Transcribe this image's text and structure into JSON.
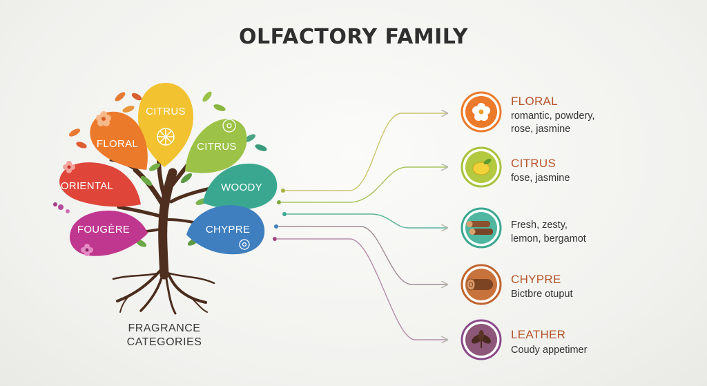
{
  "title": "OLFACTORY FAMILY",
  "tree": {
    "leaves": [
      {
        "label": "CITRUS",
        "color": "#f2c230"
      },
      {
        "label": "FLORAL",
        "color": "#ec7a2b"
      },
      {
        "label": "CITRUS",
        "color": "#9cc247"
      },
      {
        "label": "ORIENTAL",
        "color": "#e0453a"
      },
      {
        "label": "WOODY",
        "color": "#3aa890"
      },
      {
        "label": "FOUGÈRE",
        "color": "#c0378f"
      },
      {
        "label": "CHYPRE",
        "color": "#3f7fbf"
      }
    ],
    "caption_line1": "FRAGRANCE",
    "caption_line2": "CATEGORIES"
  },
  "families": [
    {
      "title": "FLORAL",
      "desc_line1": "romantic, powdery,",
      "desc_line2": "rose, jasmine",
      "icon": "flower-icon",
      "ring": "#ec7a2b"
    },
    {
      "title": "CITRUS",
      "desc_line1": "fose, jasmine",
      "desc_line2": "",
      "icon": "lemon-icon",
      "ring": "#a8c23a"
    },
    {
      "title": "",
      "desc_line1": "Fresh, zesty,",
      "desc_line2": "lemon, bergamot",
      "icon": "wood-logs-icon",
      "ring": "#3aa890"
    },
    {
      "title": "CHYPRE",
      "desc_line1": "Bictbre otuput",
      "desc_line2": "",
      "icon": "wood-log-icon",
      "ring": "#c0652e"
    },
    {
      "title": "LEATHER",
      "desc_line1": "Coudy appetimer",
      "desc_line2": "",
      "icon": "leaf-sprig-icon",
      "ring": "#8a4a8a"
    }
  ]
}
